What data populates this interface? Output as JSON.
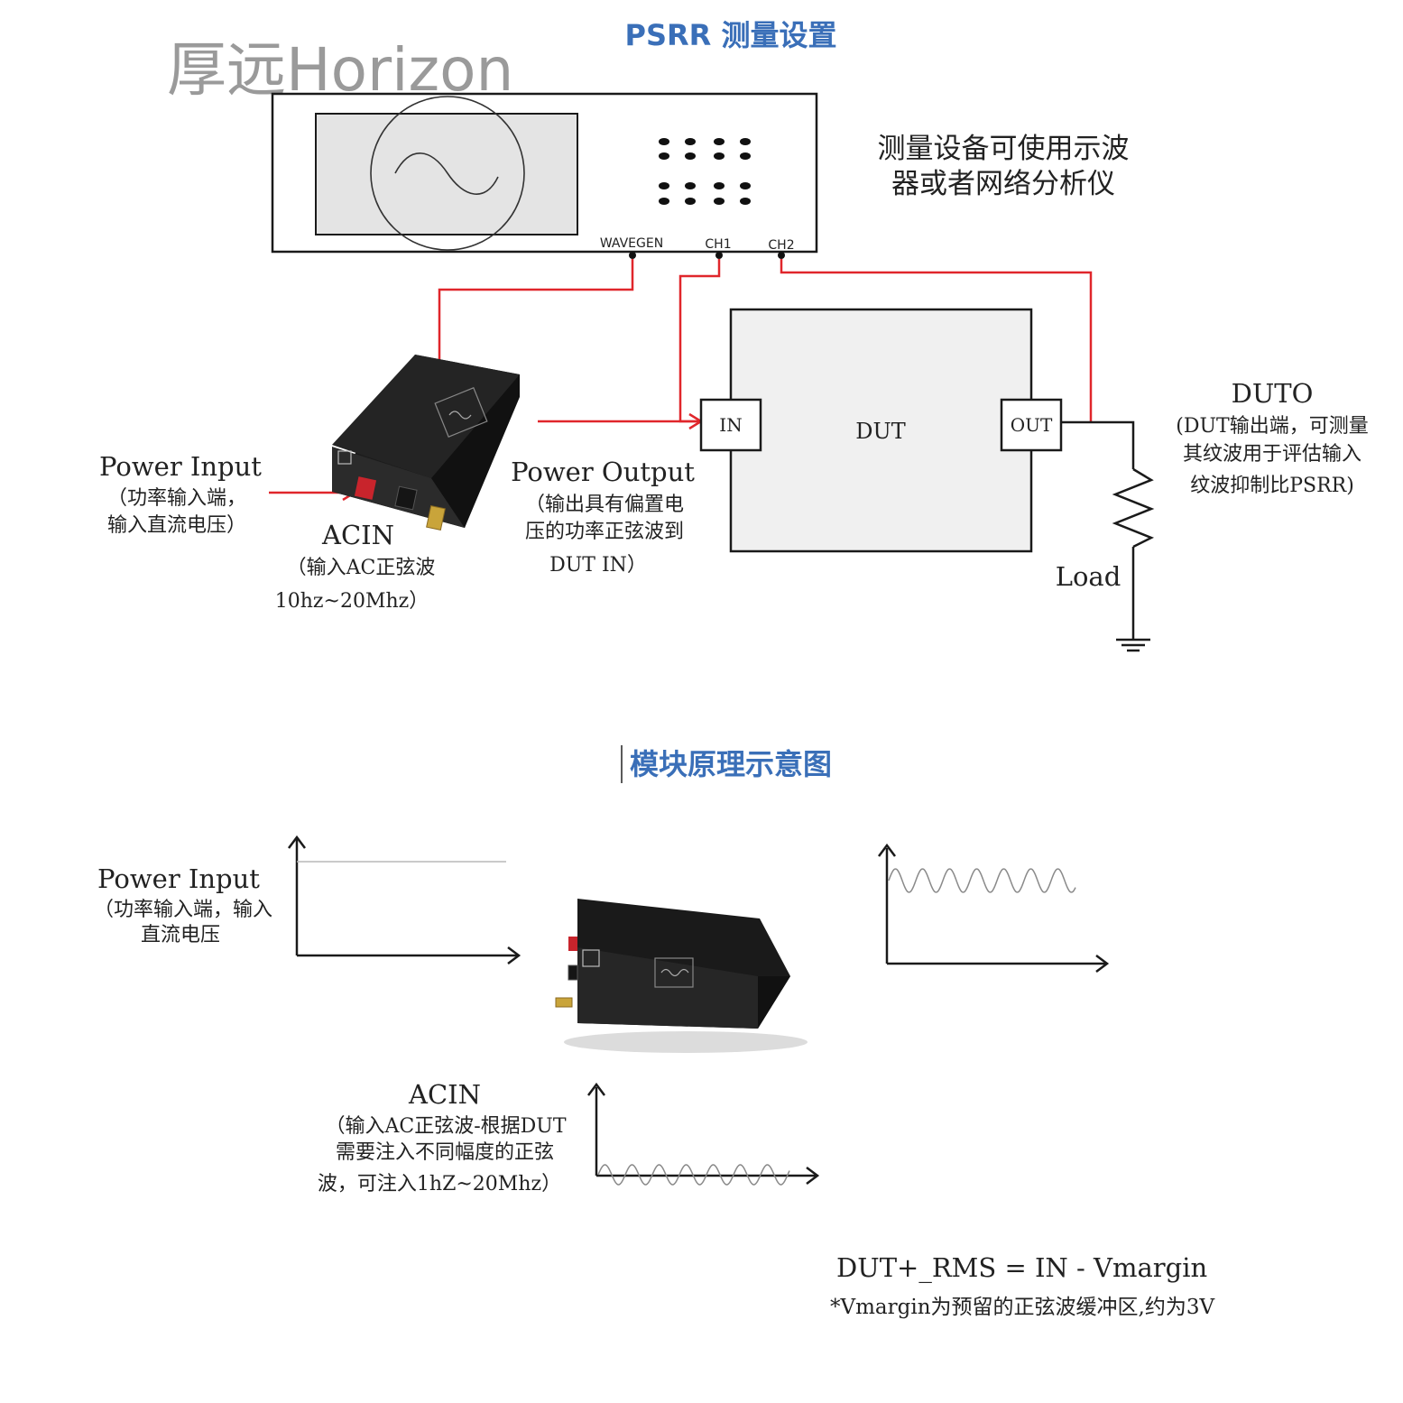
{
  "colors": {
    "title": "#3a6fb8",
    "wire": "#e0262b",
    "line": "#1a1a1a",
    "watermark": "#9a9a9a",
    "panel": "#f0f0f0"
  },
  "watermark": "厚远Horizon",
  "section1": {
    "title": "PSRR 测量设置",
    "instrument_note": [
      "测量设备可使用示波",
      "器或者网络分析仪"
    ],
    "ports": {
      "wavegen": "WAVEGEN",
      "ch1": "CH1",
      "ch2": "CH2"
    },
    "dut": {
      "label": "DUT",
      "in": "IN",
      "out": "OUT"
    },
    "power_input": {
      "title": "Power Input",
      "desc": [
        "（功率输入端，",
        "输入直流电压）"
      ]
    },
    "acin": {
      "title": "ACIN",
      "desc": [
        "（输入AC正弦波",
        "10hz~20Mhz）"
      ]
    },
    "power_output": {
      "title": "Power Output",
      "desc": [
        "（输出具有偏置电",
        "压的功率正弦波到",
        "DUT IN）"
      ]
    },
    "duto": {
      "title": "DUTO",
      "desc": [
        "(DUT输出端，可测量",
        "其纹波用于评估输入",
        "纹波抑制比PSRR)"
      ]
    },
    "load": "Load",
    "module_icons": [
      "injector-module-photo-icon"
    ]
  },
  "section2": {
    "title": "模块原理示意图",
    "power_input": {
      "title": "Power Input",
      "desc": [
        "（功率输入端，输入",
        "直流电压"
      ]
    },
    "acin": {
      "title": "ACIN",
      "desc": [
        "（输入AC正弦波-根据DUT",
        "需要注入不同幅度的正弦",
        "波，可注入1hZ~20Mhz）"
      ]
    },
    "formula": "DUT+_RMS = IN - Vmargin",
    "note": "*Vmargin为预留的正弦波缓冲区,约为3V",
    "module_icons": [
      "injector-module-photo-icon"
    ]
  }
}
